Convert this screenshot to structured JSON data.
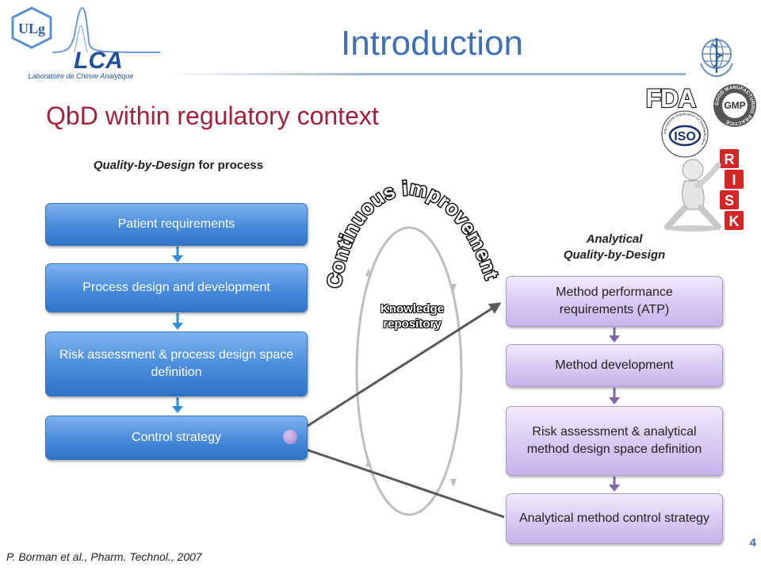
{
  "header": {
    "title": "Introduction",
    "logo_initials": "ULg",
    "logo_name": "LCA",
    "logo_subtitle": "Laboratoire de Chimie Analytique"
  },
  "subtitle": "QbD within regulatory context",
  "logos": {
    "fda": "FDA",
    "gmp_center": "GMP",
    "gmp_ring": "GOOD MANUFACTURING PRACTICE",
    "iso_center": "ISO",
    "iso_ring": "International Organization for Standardization",
    "risk_letters": [
      "R",
      "I",
      "S",
      "K"
    ]
  },
  "left_column": {
    "heading_italic": "Quality-by-Design",
    "heading_rest": " for process",
    "steps": [
      "Patient requirements",
      "Process design and development",
      "Risk assessment & process design space definition",
      "Control strategy"
    ]
  },
  "right_column": {
    "heading_line1": "Analytical",
    "heading_line2": "Quality-by-Design",
    "steps": [
      "Method performance requirements (ATP)",
      "Method development",
      "Risk assessment & analytical method design space definition",
      "Analytical method control strategy"
    ]
  },
  "cycle": {
    "arc_label": "Continuous improvement",
    "center_label": "Knowledge repository"
  },
  "colors": {
    "title": "#3f6fb4",
    "subtitle": "#a3203b",
    "blue_box": "#4d8fdd",
    "purple_box": "#d8c9f2",
    "arrow_blue": "#2f8fd8",
    "arrow_purple": "#8064a8"
  },
  "footer": {
    "reference": "P. Borman et al., Pharm. Technol., 2007",
    "page_number": "4"
  }
}
